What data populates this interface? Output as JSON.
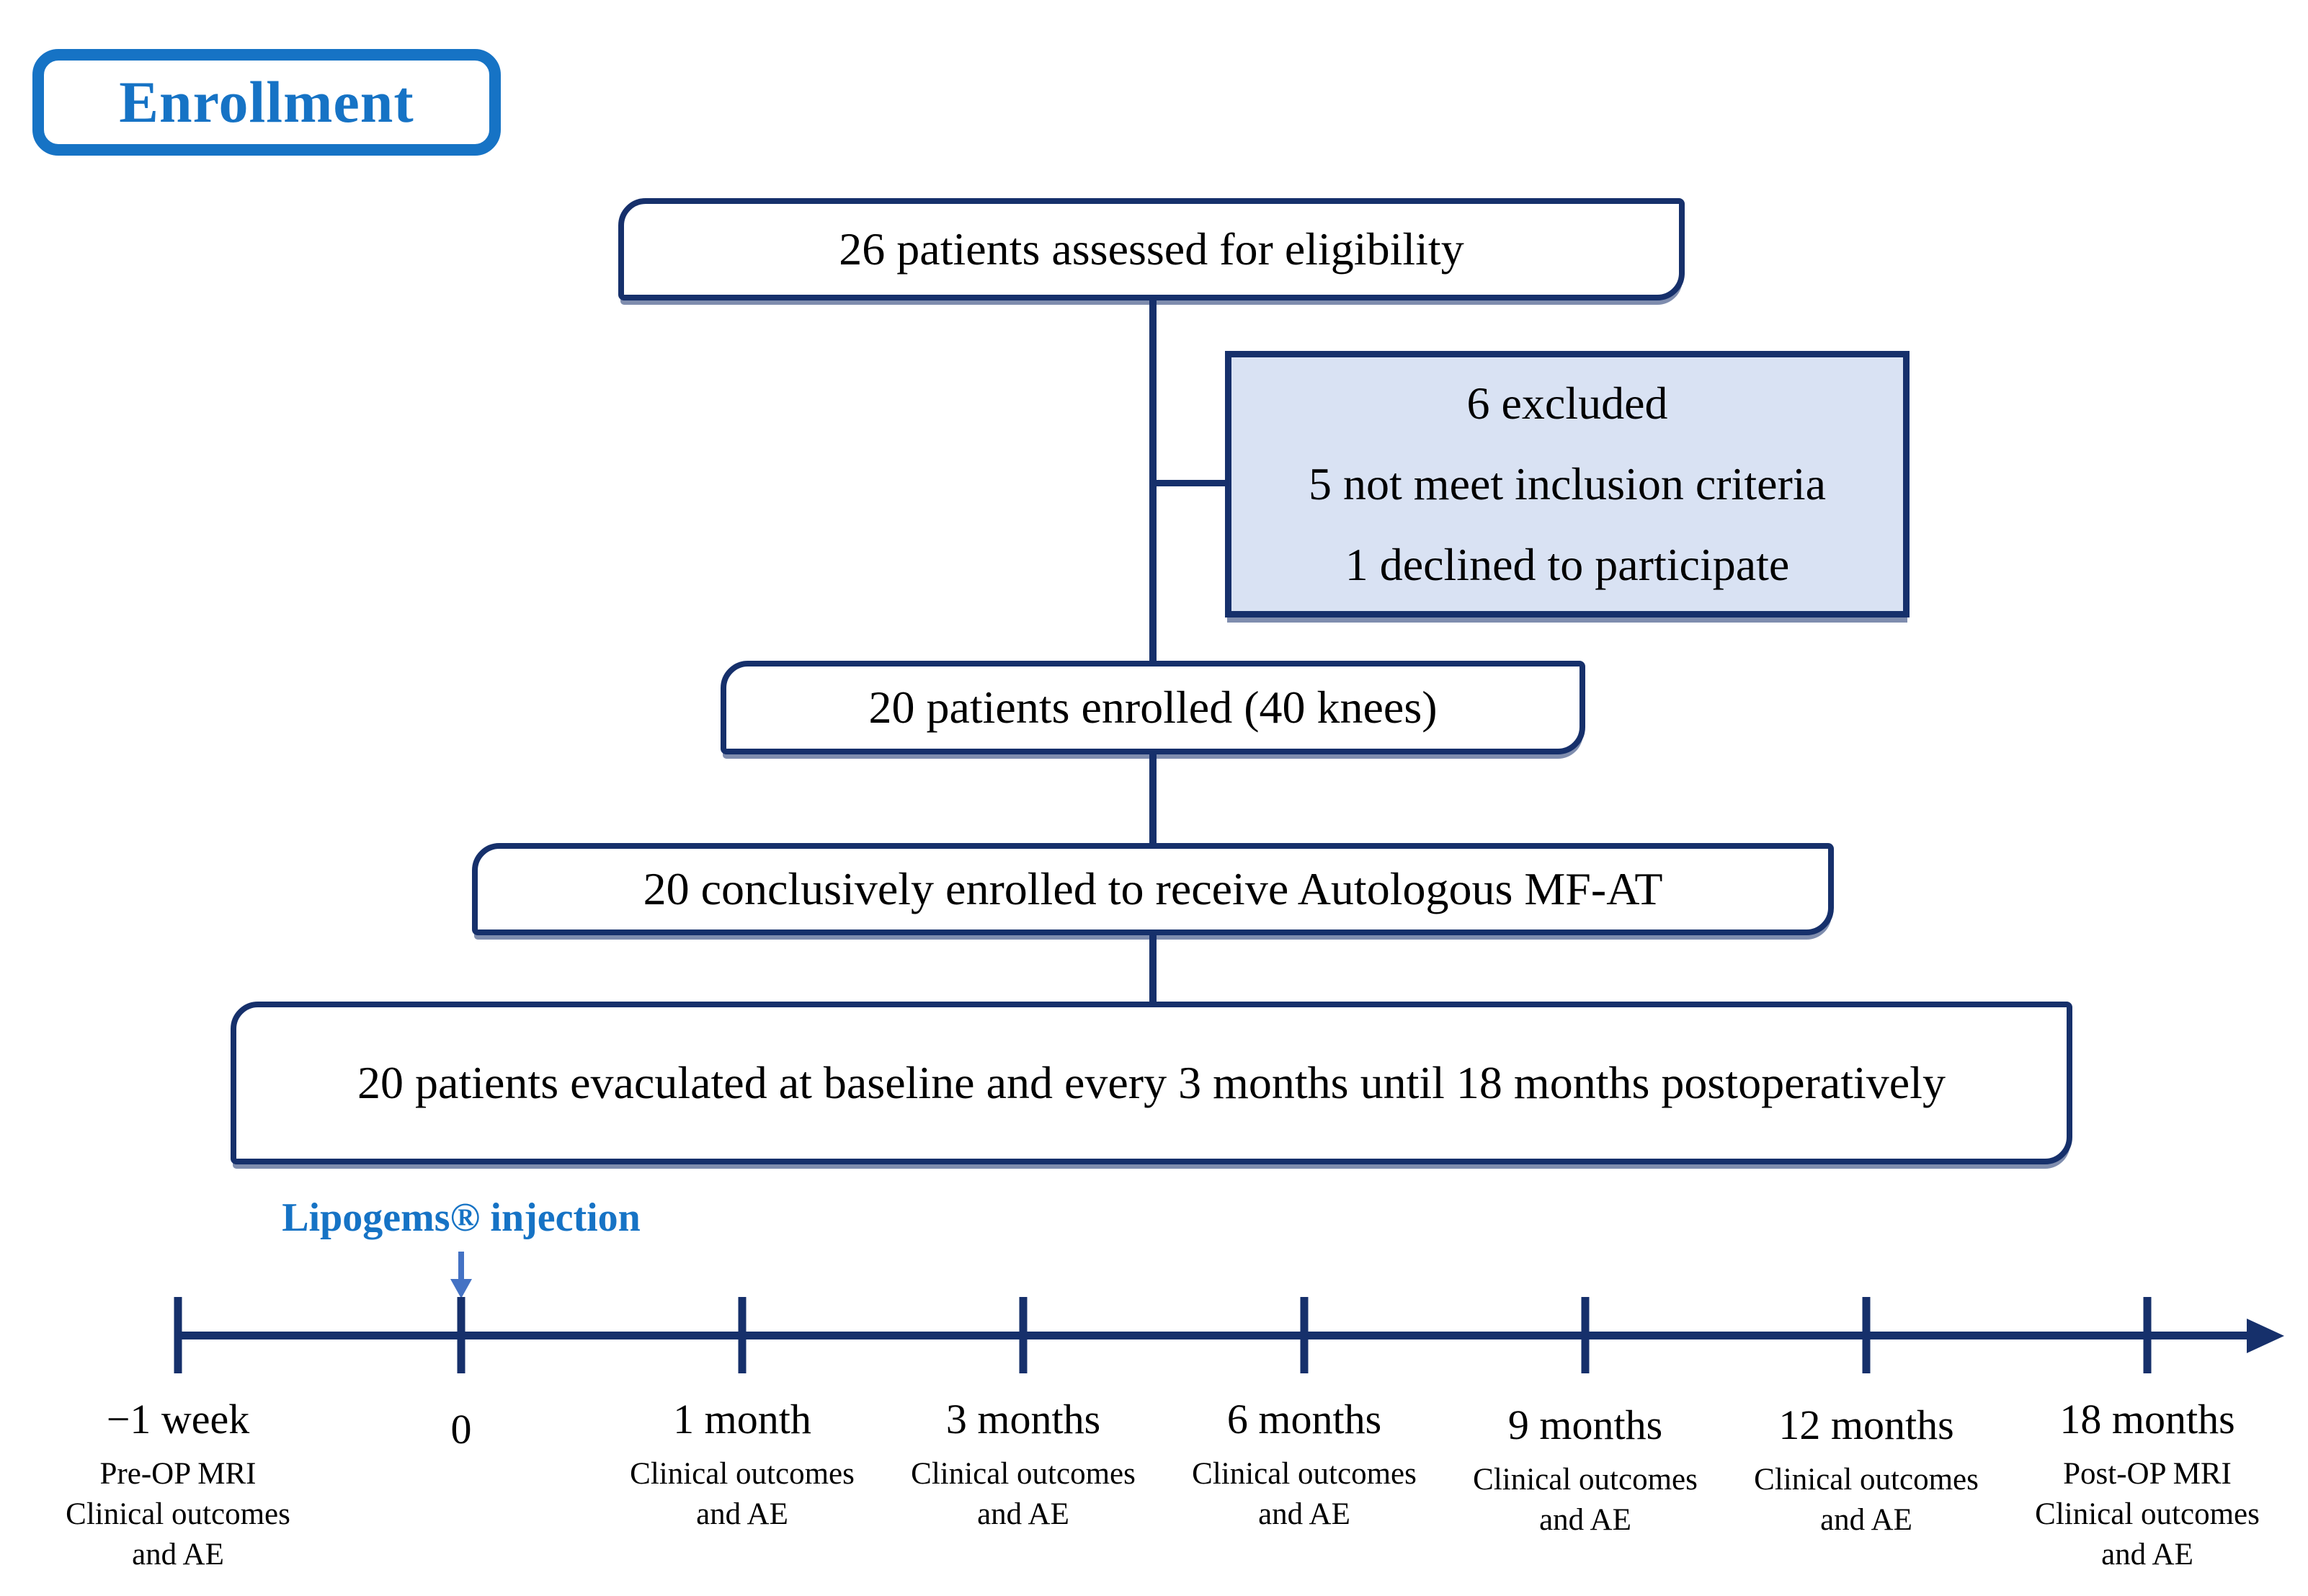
{
  "enrollment_label": "Enrollment",
  "colors": {
    "navy": "#16306B",
    "bright_blue": "#1673C5",
    "arrow_blue": "#4472C4",
    "excluded_fill": "#D9E2F3"
  },
  "flow": {
    "assessed": "26 patients assessed for eligibility",
    "excluded": {
      "lines": [
        "6 excluded",
        "5 not meet inclusion criteria",
        "1 declined to participate"
      ]
    },
    "enrolled": "20 patients enrolled (40 knees)",
    "conclusive": "20 conclusively enrolled to receive Autologous MF-AT",
    "evaluated": "20 patients evaculated at baseline and every 3 months until 18 months postoperatively"
  },
  "timeline": {
    "injection_label": "Lipogems® injection",
    "points": [
      {
        "label": "−1 week",
        "sub": [
          "Pre-OP MRI",
          "Clinical outcomes",
          "and AE"
        ]
      },
      {
        "label": "0",
        "sub": []
      },
      {
        "label": "1 month",
        "sub": [
          "Clinical outcomes",
          "and AE"
        ]
      },
      {
        "label": "3 months",
        "sub": [
          "Clinical outcomes",
          "and AE"
        ]
      },
      {
        "label": "6 months",
        "sub": [
          "Clinical outcomes",
          "and AE"
        ]
      },
      {
        "label": "9 months",
        "sub": [
          "Clinical outcomes",
          "and AE"
        ]
      },
      {
        "label": "12 months",
        "sub": [
          "Clinical outcomes",
          "and AE"
        ]
      },
      {
        "label": "18 months",
        "sub": [
          "Post-OP MRI",
          "Clinical outcomes",
          "and AE"
        ]
      }
    ]
  }
}
